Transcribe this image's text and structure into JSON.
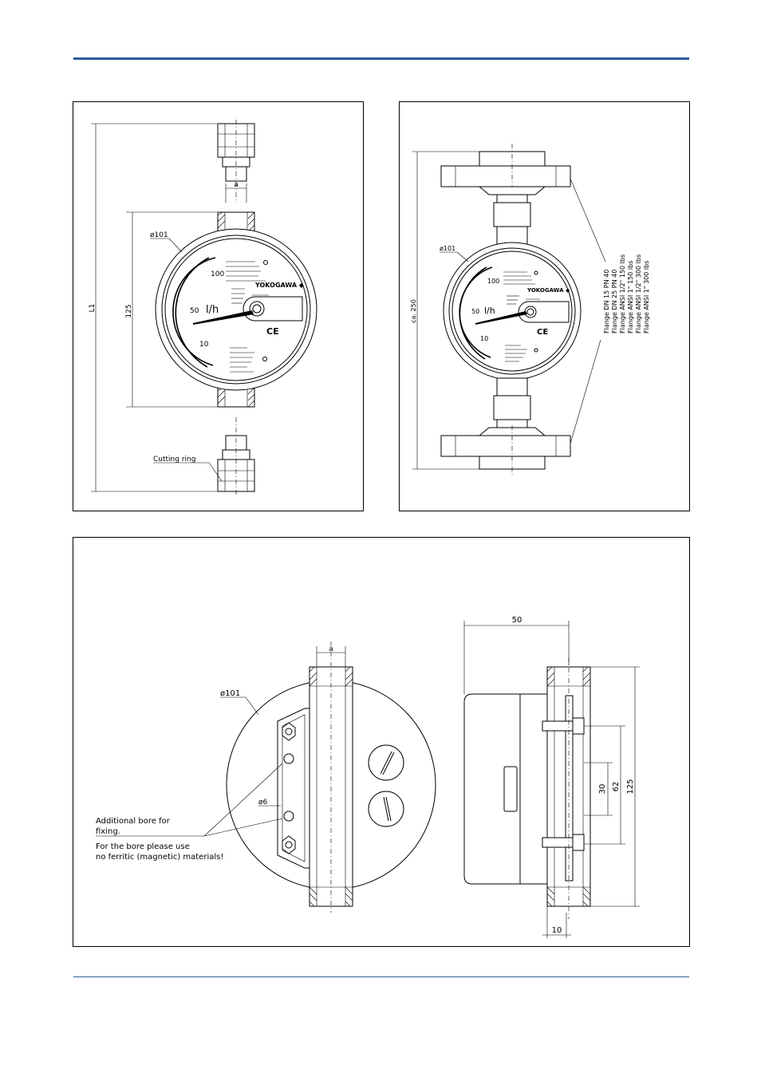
{
  "panel_a": {
    "diameter": "ø101",
    "dim_a": "a",
    "dim_125": "125",
    "dim_l1": "L1",
    "scale_100": "100",
    "scale_50": "50",
    "scale_10": "10",
    "unit": "l/h",
    "brand": "YOKOGAWA ◆",
    "ce": "CE",
    "cutting_ring": "Cutting ring"
  },
  "panel_b": {
    "diameter": "ø101",
    "dim_ca": "ca. 250",
    "scale_100": "100",
    "scale_50": "50",
    "scale_10": "10",
    "unit": "l/h",
    "brand": "YOKOGAWA ◆",
    "ce": "CE",
    "flange_labels": [
      "Flange DN 15 PN 40",
      "Flange DN 25 PN 40",
      "Flange ANSI 1/2\" 150 lbs",
      "Flange ANSI 1\" 150 lbs",
      "Flange ANSI 1/2\" 300 lbs",
      "Flange ANSI 1\" 300 lbs"
    ]
  },
  "panel_c": {
    "diameter": "ø101",
    "dim_a": "a",
    "dim_6": "ø6",
    "note_line1": "Additional bore for",
    "note_line2": "fixing.",
    "note_line3": "For the bore please use",
    "note_line4": "no ferritic (magnetic) materials!",
    "dim_50": "50",
    "dim_30": "30",
    "dim_62": "62",
    "dim_125": "125",
    "dim_10": "10"
  }
}
